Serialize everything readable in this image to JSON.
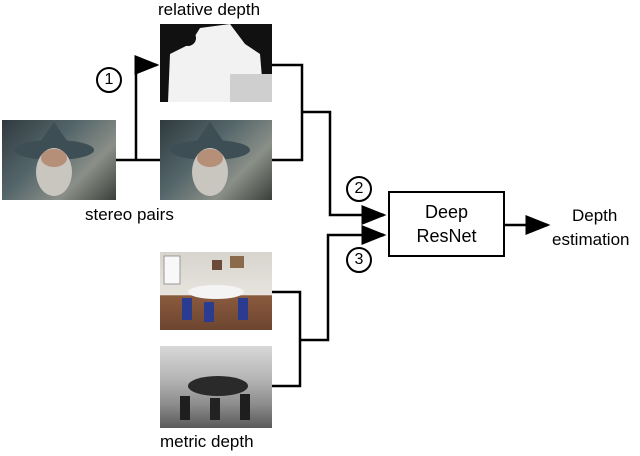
{
  "labels": {
    "relative_depth": "relative depth",
    "stereo_pairs": "stereo pairs",
    "metric_depth": "metric depth"
  },
  "steps": [
    "1",
    "2",
    "3"
  ],
  "model_box": {
    "line1": "Deep",
    "line2": "ResNet"
  },
  "output": {
    "line1": "Depth",
    "line2": "estimation"
  }
}
